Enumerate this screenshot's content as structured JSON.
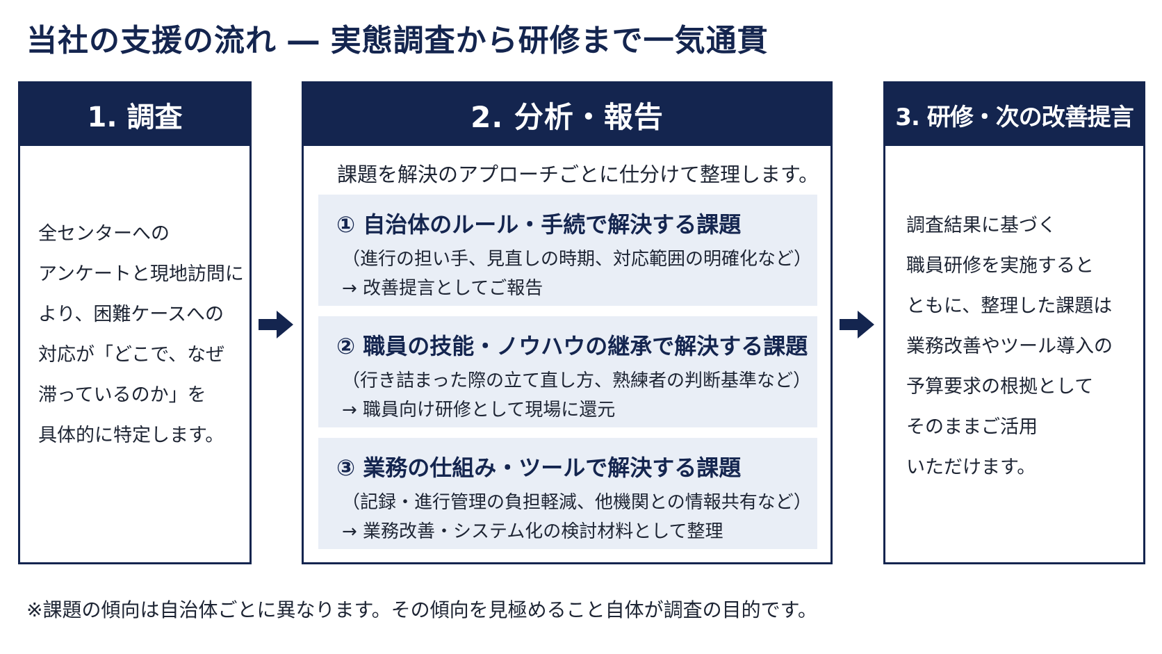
{
  "title": "当社の支援の流れ ― 実態調査から研修まで一気通貫",
  "colors": {
    "navy": "#14254f",
    "panel": "#e9eef6"
  },
  "steps": [
    {
      "heading": "1. 調査",
      "lines": [
        "全センターへの",
        "アンケートと現地訪問に",
        "より、困難ケースへの",
        "対応が「どこで、なぜ",
        "滞っているのか」を",
        "具体的に特定します。"
      ]
    },
    {
      "heading": "2. 分析・報告",
      "intro": "課題を解決のアプローチごとに仕分けて整理します。",
      "items": [
        {
          "title": "① 自治体のルール・手続で解決する課題",
          "detail": "（進行の担い手、見直しの時期、対応範囲の明確化など）",
          "result": "→ 改善提言としてご報告"
        },
        {
          "title": "② 職員の技能・ノウハウの継承で解決する課題",
          "detail": "（行き詰まった際の立て直し方、熟練者の判断基準など）",
          "result": "→ 職員向け研修として現場に還元"
        },
        {
          "title": "③ 業務の仕組み・ツールで解決する課題",
          "detail": "（記録・進行管理の負担軽減、他機関との情報共有など）",
          "result": "→ 業務改善・システム化の検討材料として整理"
        }
      ]
    },
    {
      "heading": "3. 研修・次の改善提言",
      "lines": [
        "調査結果に基づく",
        "職員研修を実施すると",
        "ともに、整理した課題は",
        "業務改善やツール導入の",
        "予算要求の根拠として",
        "そのままご活用",
        "いただけます。"
      ]
    }
  ],
  "arrows": [
    "arrow-right-icon",
    "arrow-right-icon"
  ],
  "footnote": "※課題の傾向は自治体ごとに異なります。その傾向を見極めること自体が調査の目的です。"
}
